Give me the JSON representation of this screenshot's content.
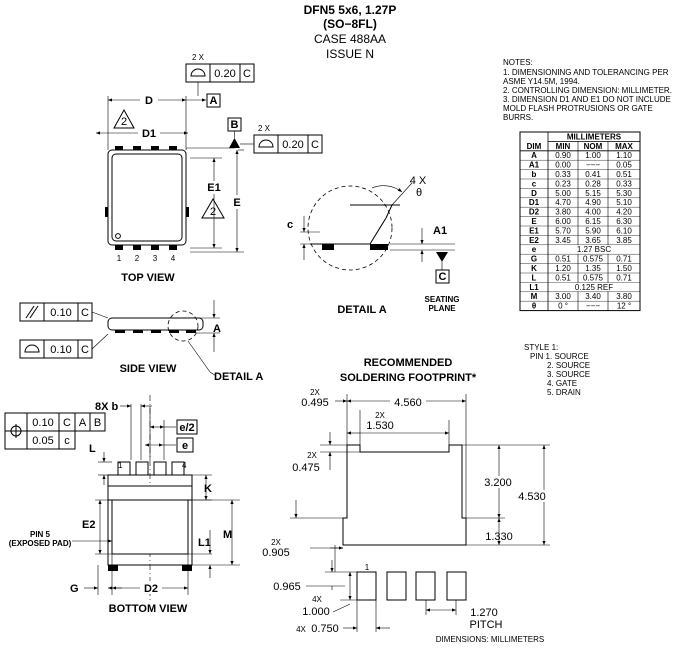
{
  "title": {
    "line1": "DFN5 5x6, 1.27P",
    "line2": "(SO−8FL)",
    "line3": "CASE 488AA",
    "line4": "ISSUE N"
  },
  "notes": {
    "heading": "NOTES:",
    "lines": [
      "1.  DIMENSIONING AND TOLERANCING PER",
      "     ASME Y14.5M, 1994.",
      "2.  CONTROLLING DIMENSION: MILLIMETER.",
      "3.  DIMENSION D1 AND E1 DO NOT INCLUDE",
      "     MOLD FLASH PROTRUSIONS OR GATE",
      "     BURRS."
    ]
  },
  "table": {
    "group_header": "MILLIMETERS",
    "columns": [
      "DIM",
      "MIN",
      "NOM",
      "MAX"
    ],
    "rows": [
      [
        "A",
        "0.90",
        "1.00",
        "1.10"
      ],
      [
        "A1",
        "0.00",
        "−−−",
        "0.05"
      ],
      [
        "b",
        "0.33",
        "0.41",
        "0.51"
      ],
      [
        "c",
        "0.23",
        "0.28",
        "0.33"
      ],
      [
        "D",
        "5.00",
        "5.15",
        "5.30"
      ],
      [
        "D1",
        "4.70",
        "4.90",
        "5.10"
      ],
      [
        "D2",
        "3.80",
        "4.00",
        "4.20"
      ],
      [
        "E",
        "6.00",
        "6.15",
        "6.30"
      ],
      [
        "E1",
        "5.70",
        "5.90",
        "6.10"
      ],
      [
        "E2",
        "3.45",
        "3.65",
        "3.85"
      ],
      [
        "e",
        "1.27 BSC"
      ],
      [
        "G",
        "0.51",
        "0.575",
        "0.71"
      ],
      [
        "K",
        "1.20",
        "1.35",
        "1.50"
      ],
      [
        "L",
        "0.51",
        "0.575",
        "0.71"
      ],
      [
        "L1",
        "0.125 REF"
      ],
      [
        "M",
        "3.00",
        "3.40",
        "3.80"
      ],
      [
        "θ",
        "0 °",
        "−−−",
        "12 °"
      ]
    ]
  },
  "style": {
    "heading": "STYLE 1:",
    "lines": [
      "PIN 1.  SOURCE",
      "2.  SOURCE",
      "3.  SOURCE",
      "4.  GATE",
      "5.  DRAIN"
    ]
  },
  "top_view": {
    "caption": "TOP VIEW",
    "fcf_multiplier": "2 X",
    "fcf_tol": "0.20",
    "fcf_datum": "C",
    "fcf2_multiplier": "2 X",
    "fcf2_tol": "0.20",
    "fcf2_datum": "C",
    "dim_D": "D",
    "dim_D1": "D1",
    "dim_E": "E",
    "dim_E1": "E1",
    "datum_A": "A",
    "datum_B": "B",
    "note_flag": "2",
    "pin_labels": [
      "1",
      "2",
      "3",
      "4"
    ]
  },
  "detail_a": {
    "caption": "DETAIL A",
    "angle_mult": "4 X",
    "angle": "θ",
    "dim_c": "c",
    "dim_A1": "A1",
    "datum_C": "C",
    "seating1": "SEATING",
    "seating2": "PLANE"
  },
  "side_view": {
    "caption": "SIDE VIEW",
    "detail_ref": "DETAIL A",
    "fcf1_tol": "0.10",
    "fcf1_datum": "C",
    "fcf2_tol": "0.10",
    "fcf2_datum": "C",
    "dim_A": "A"
  },
  "bottom_view": {
    "caption": "BOTTOM VIEW",
    "fcf_tol1": "0.10",
    "fcf_ref1": "C",
    "fcf_ref2": "A",
    "fcf_ref3": "B",
    "fcf_tol2": "0.05",
    "fcf_ref4": "c",
    "dim_b": "8X  b",
    "dim_e2": "e/2",
    "dim_e": "e",
    "dim_L": "L",
    "dim_K": "K",
    "dim_E2": "E2",
    "dim_M": "M",
    "dim_L1": "L1",
    "dim_D2": "D2",
    "dim_G": "G",
    "pin5_1": "PIN 5",
    "pin5_2": "(EXPOSED PAD)",
    "pin1": "1",
    "pin4": "4"
  },
  "footprint": {
    "title1": "RECOMMENDED",
    "title2": "SOLDERING FOOTPRINT*",
    "d0495_mult": "2X",
    "d0495": "0.495",
    "d4560": "4.560",
    "d1530_mult": "2X",
    "d1530": "1.530",
    "d0475_mult": "2X",
    "d0475": "0.475",
    "d3200": "3.200",
    "d4530": "4.530",
    "d0905_mult": "2X",
    "d0905": "0.905",
    "d1330": "1.330",
    "d0965": "0.965",
    "pin1": "1",
    "d1000_mult": "4X",
    "d1000": "1.000",
    "d0750_mult": "4X",
    "d0750": "0.750",
    "d1270": "1.270",
    "pitch": "PITCH",
    "units": "DIMENSIONS: MILLIMETERS"
  }
}
